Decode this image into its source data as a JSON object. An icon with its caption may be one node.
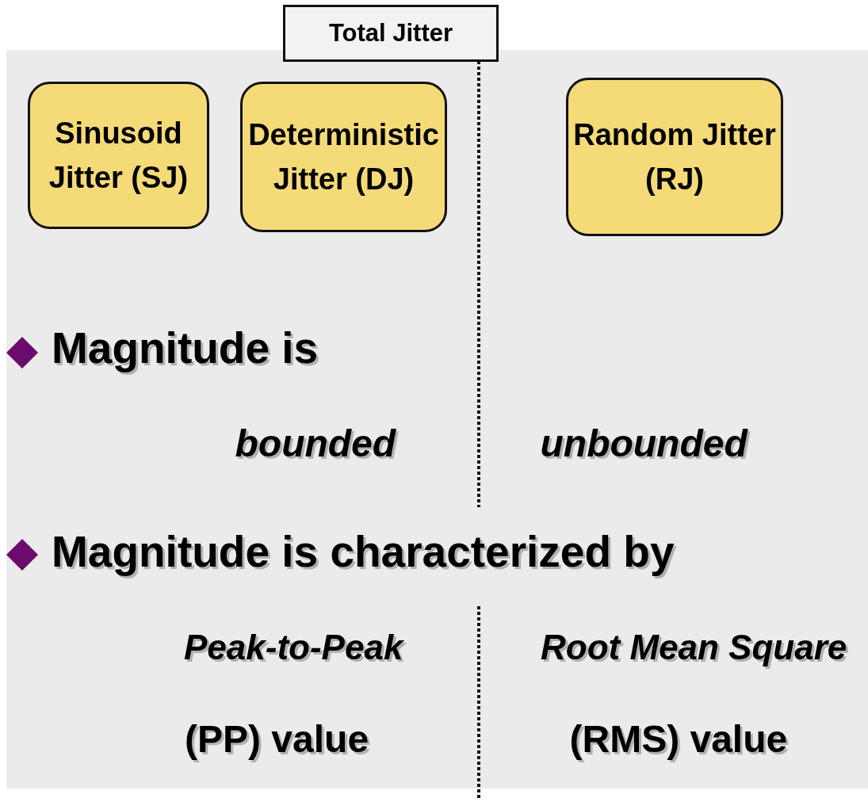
{
  "diagram": {
    "nodes": [
      {
        "text": [
          "Total Jitter"
        ]
      },
      {
        "text": [
          "Sinusoid Jitter (SJ)"
        ]
      },
      {
        "text": [
          "Deterministic Jitter (DJ)"
        ]
      },
      {
        "text": [
          "Random Jitter (RJ)"
        ]
      }
    ],
    "labels": [
      "Magnitude is",
      "bounded",
      "unbounded",
      "Magnitude is characterized by",
      "Peak-to-Peak",
      "Root Mean Square",
      "(PP) value",
      "(RMS) value"
    ]
  }
}
